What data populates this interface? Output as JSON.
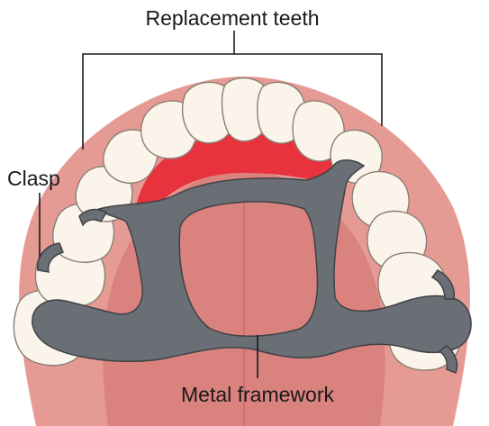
{
  "labels": {
    "replacement_teeth": "Replacement teeth",
    "clasp": "Clasp",
    "metal_framework": "Metal framework"
  },
  "colors": {
    "palate_outer": "#e59a94",
    "palate_inner": "#cf6f6c",
    "gum_red": "#e8323e",
    "framework": "#6a6e75",
    "framework_edge": "#3f4247",
    "tooth_fill": "#fbf4ea",
    "tooth_edge": "#8a7f74",
    "leader_line": "#1a1a1a"
  },
  "icons": {
    "partial_denture": "partial-denture-illustration"
  }
}
